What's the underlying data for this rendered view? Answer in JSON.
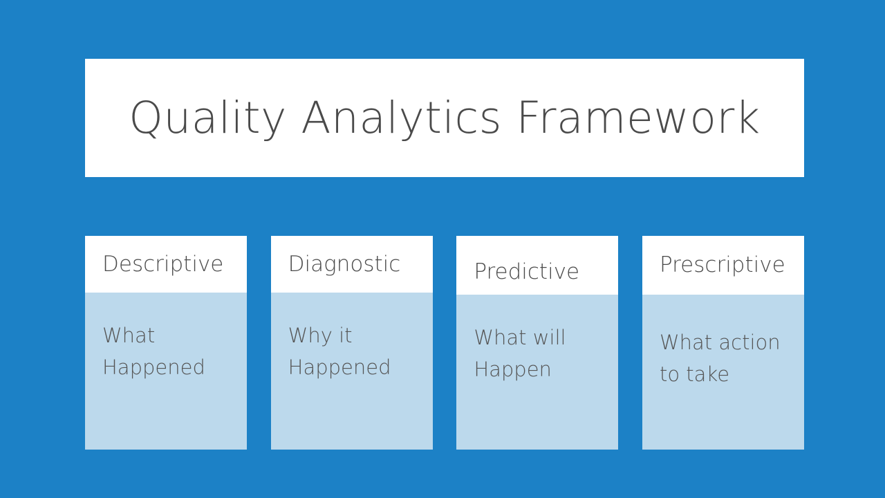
{
  "slide": {
    "background_color": "#1c81c6",
    "title": "Quality Analytics Framework",
    "title_color": "#4a4a4a",
    "title_box_color": "#ffffff"
  },
  "cards": [
    {
      "title": "Descriptive",
      "description": "What\nHappened",
      "header_color": "#ffffff",
      "body_color": "#bcd9ec"
    },
    {
      "title": "Diagnostic",
      "description": "Why it\nHappened",
      "header_color": "#ffffff",
      "body_color": "#bcd9ec"
    },
    {
      "title": "Predictive",
      "description": "What will\nHappen",
      "header_color": "#ffffff",
      "body_color": "#bcd9ec"
    },
    {
      "title": "Prescriptive",
      "description": "What action\nto take",
      "header_color": "#ffffff",
      "body_color": "#bcd9ec"
    }
  ]
}
